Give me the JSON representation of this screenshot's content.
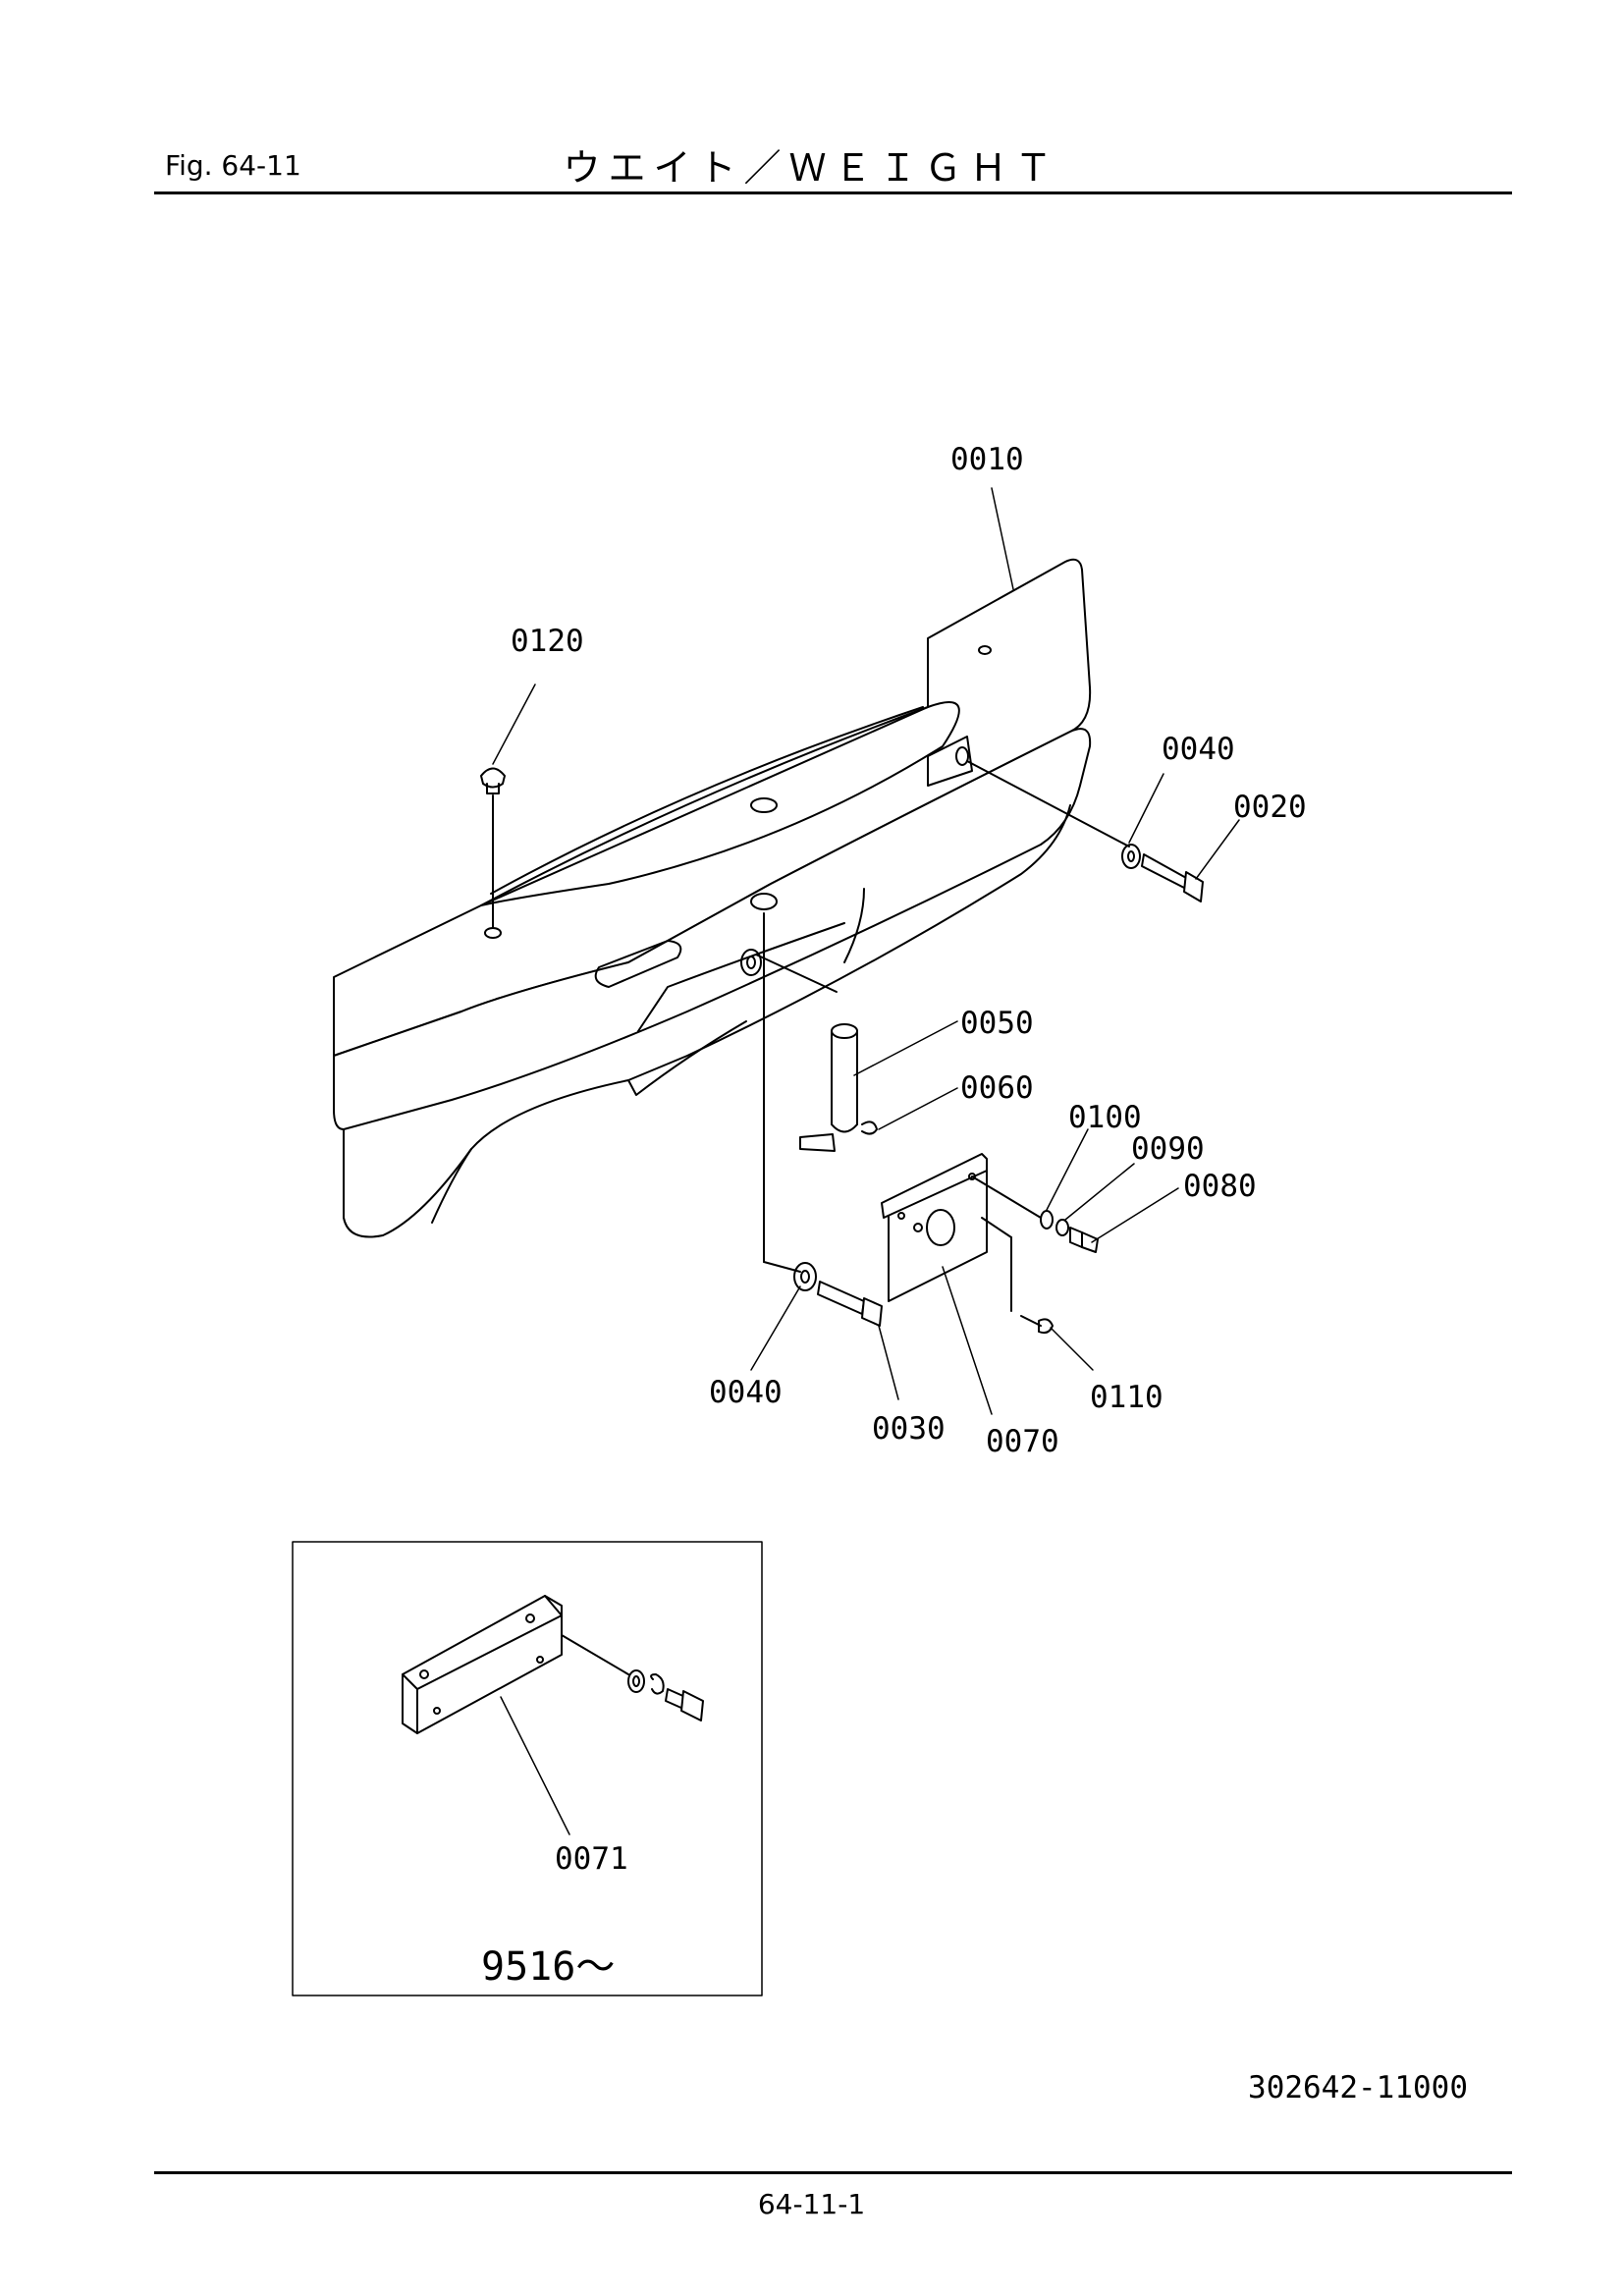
{
  "header": {
    "figure": "Fig.  64-11",
    "title": "ウエイト／ＷＥＩＧＨＴ"
  },
  "callouts": {
    "c0010": "0010",
    "c0120": "0120",
    "c0040a": "0040",
    "c0020": "0020",
    "c0050": "0050",
    "c0060": "0060",
    "c0100": "0100",
    "c0090": "0090",
    "c0080": "0080",
    "c0040b": "0040",
    "c0030": "0030",
    "c0070": "0070",
    "c0110": "0110"
  },
  "inset": {
    "part": "0071",
    "serial": "9516～"
  },
  "footer": {
    "drawing_number": "302642-11000",
    "page": "64-11-1"
  }
}
